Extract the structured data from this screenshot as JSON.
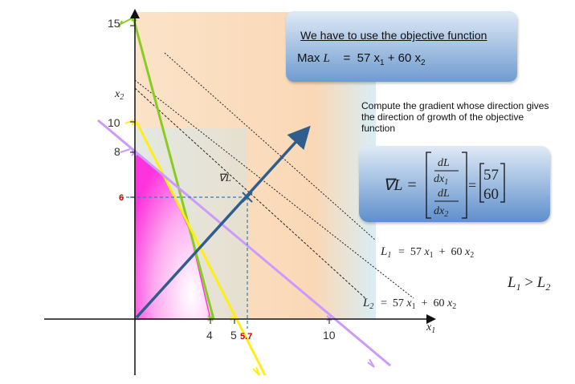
{
  "axes": {
    "x_name": "x1",
    "y_name": "x2",
    "x_ticks": [
      "4",
      "5",
      "10"
    ],
    "x_tick_red": "5.7",
    "y_ticks": [
      "15",
      "10",
      "8"
    ],
    "y_tick_red": "6"
  },
  "objective_box": {
    "heading": "We have to use the objective function",
    "max_label": "Max",
    "var": "L",
    "equals": "=",
    "rhs": "57 x1 + 60 x2"
  },
  "gradient_note": "Compute the gradient whose direction gives the direction of growth of the objective function",
  "gradient_box": {
    "nabla_L": "∇L =",
    "dL": "dL",
    "dx1": "dx1",
    "dx2": "dx2",
    "equals": "=",
    "vec_top": "57",
    "vec_bottom": "60"
  },
  "gradient_arrow_label": "∇L",
  "iso_lines": {
    "L1_label": "L1",
    "L1_expr": "=  57 x1  +  60 x2",
    "L2_label": "L2",
    "L2_expr": "=  57 x1  +  60 x2"
  },
  "comparison": "L1 > L2",
  "colors": {
    "feasible_region": "#ff33dd",
    "constraint_green": "#88cc22",
    "constraint_yellow": "#ffee11",
    "constraint_lavender": "#cc99ff",
    "gradient_arrow": "#2f5d8c",
    "background_tint": "#fbe0c4"
  }
}
